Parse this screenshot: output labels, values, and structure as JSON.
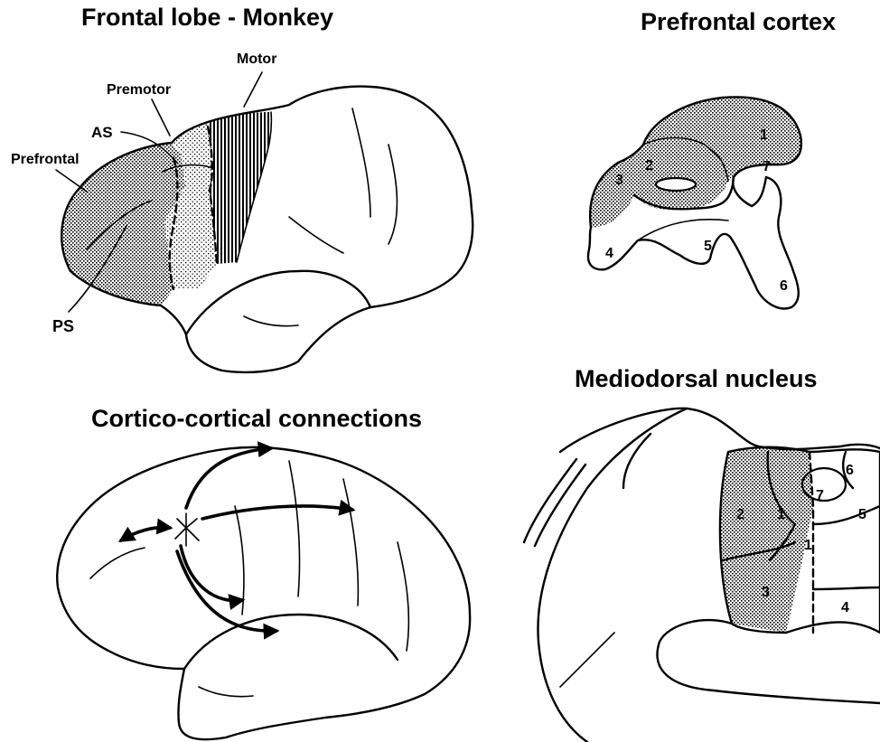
{
  "titles": {
    "frontal_lobe": "Frontal lobe - Monkey",
    "prefrontal_cortex": "Prefrontal cortex",
    "mediodorsal_nucleus": "Mediodorsal nucleus",
    "cortico_cortical": "Cortico-cortical connections"
  },
  "frontal_labels": {
    "motor": "Motor",
    "premotor": "Premotor",
    "as": "AS",
    "prefrontal": "Prefrontal",
    "ps": "PS"
  },
  "prefrontal_regions": [
    "1",
    "2",
    "3",
    "4",
    "5",
    "6",
    "7"
  ],
  "md_regions": [
    "1",
    "1",
    "2",
    "3",
    "4",
    "5",
    "6",
    "7"
  ],
  "colors": {
    "ink": "#000000",
    "background": "#ffffff",
    "stipple": "#000000"
  }
}
